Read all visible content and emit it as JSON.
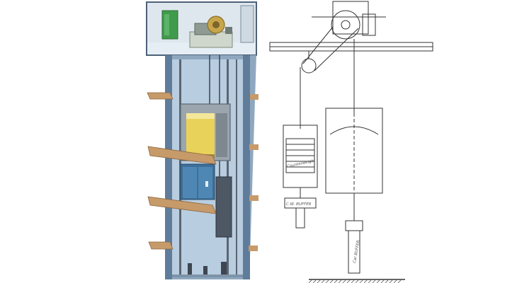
{
  "illustration": {
    "colors": {
      "shaft_wall": "#5f7c9a",
      "shaft_inner": "#b9cde0",
      "shaft_top": "#e6eef5",
      "machine_room": "#dfe7ee",
      "floor_slab": "#c79a6a",
      "cabinet": "#3f9b4b",
      "car_frame": "#9aa5ae",
      "car_interior": "#e9d25a",
      "door_panel": "#3d6f9a",
      "rail": "#5b6571",
      "machine": "#cfd6cc",
      "sheave": "#c7a54a"
    }
  },
  "drawing": {
    "labels": {
      "counterweight_plate": "Counterweight",
      "counterweight_buffer": "C.W. BUFFER",
      "car_buffer": "Car BUFFER"
    },
    "ink": "#333333"
  }
}
